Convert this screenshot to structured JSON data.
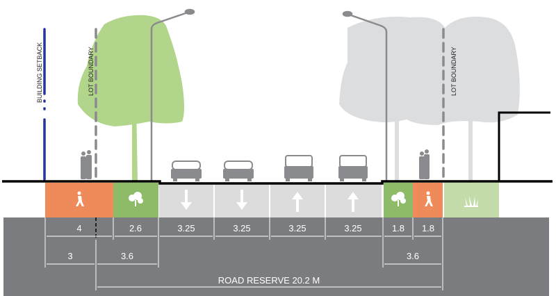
{
  "labels": {
    "building_setback": "BUILDING SETBACK",
    "lot_boundary_left": "LOT BOUNDARY",
    "lot_boundary_right": "LOT BOUNDARY",
    "road_reserve": "ROAD RESERVE 20.2 M"
  },
  "row1": [
    "4",
    "2.6",
    "3.25",
    "3.25",
    "3.25",
    "3.25",
    "1.8",
    "1.8"
  ],
  "row2": [
    "3",
    "3.6",
    "3.6"
  ],
  "colors": {
    "footpath": "#ef8a5a",
    "verge": "#8dbb68",
    "lane": "#dcdcdd",
    "landscape": "#c3dcaa",
    "base": "#7b7c80",
    "setback": "#27359a",
    "tree_left": "#b1d58b",
    "tree_right": "#dcdddf"
  },
  "icons": [
    "pedestrian-icon",
    "tree-icon",
    "arrow-down-icon",
    "arrow-down-icon",
    "arrow-up-icon",
    "arrow-up-icon",
    "tree-icon",
    "pedestrian-icon",
    "grass-icon"
  ]
}
